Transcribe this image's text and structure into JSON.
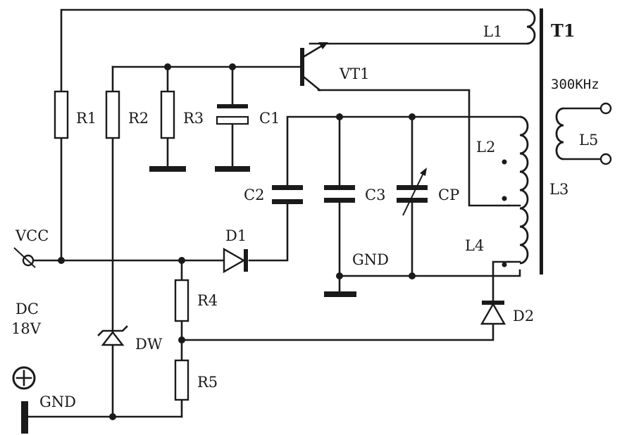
{
  "labels": {
    "L1": "L1",
    "T1": "T1",
    "VT1": "VT1",
    "freq": "300KHz",
    "R1": "R1",
    "R2": "R2",
    "R3": "R3",
    "C1": "C1",
    "L2": "L2",
    "L5": "L5",
    "L3": "L3",
    "C2": "C2",
    "C3": "C3",
    "CP": "CP",
    "VCC": "VCC",
    "D1": "D1",
    "GND_mid": "GND",
    "L4": "L4",
    "R4": "R4",
    "DC": "DC",
    "voltage": "18V",
    "D2": "D2",
    "DW": "DW",
    "R5": "R5",
    "GND_left": "GND"
  }
}
